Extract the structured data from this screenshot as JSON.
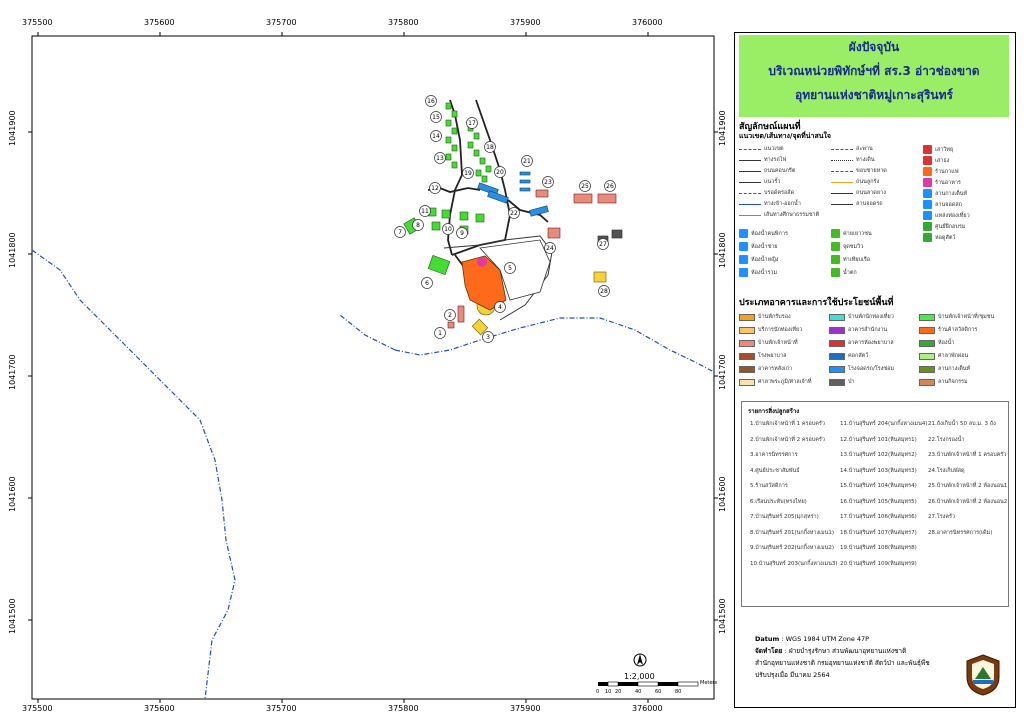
{
  "title": {
    "line1": "ผังปัจจุบัน",
    "line2": "บริเวณหน่วยพิทักษ์ฯที่ สร.3 อ่าวช่องขาด",
    "line3": "อุทยานแห่งชาติหมู่เกาะสุรินทร์"
  },
  "axes": {
    "x_ticks": [
      "375500",
      "375600",
      "375700",
      "375800",
      "375900",
      "376000"
    ],
    "y_ticks": [
      "1041900",
      "1041800",
      "1041700",
      "1041600",
      "1041500"
    ]
  },
  "map_symbols_title": "สัญลักษณ์แผนที่",
  "map_symbols_subtitle": "แนวเขต/เส้นทาง/จุดที่น่าสนใจ",
  "symbols": [
    {
      "label": "แนวเขต",
      "kind": "line-red-dash"
    },
    {
      "label": "ทางรถไฟ",
      "kind": "line-rail"
    },
    {
      "label": "ถนนคอนกรีต",
      "kind": "line"
    },
    {
      "label": "แนวรั้ว",
      "kind": "line-fence"
    },
    {
      "label": "บรอด์ครอส์ด",
      "kind": "line-red-dash"
    },
    {
      "label": "ทางเข้า-ออกน้ำ",
      "kind": "line-blue"
    },
    {
      "label": "เส้นทางศึกษาธรรมชาติ",
      "kind": "line-green"
    },
    {
      "label": "สะพาน",
      "kind": "line-red-dash"
    },
    {
      "label": "ทางเดิน",
      "kind": "line-dashdot"
    },
    {
      "label": "ขอบชายหาด",
      "kind": "line-blue-dash"
    },
    {
      "label": "ถนนลูกรัง",
      "kind": "line-orange"
    },
    {
      "label": "ถนนลาดยาง",
      "kind": "line"
    },
    {
      "label": "ลานจอดรถ",
      "kind": "line"
    },
    {
      "label": "เสาวิทยุ",
      "kind": "icon-red"
    },
    {
      "label": "เสาธง",
      "kind": "icon-red"
    },
    {
      "label": "ร้านกาแฟ",
      "kind": "icon-orange"
    },
    {
      "label": "ร้านอาหาร",
      "kind": "icon-magenta"
    },
    {
      "label": "ลานกางเต็นท์",
      "kind": "icon-blue"
    },
    {
      "label": "ลานจอดสถ",
      "kind": "icon-blue"
    },
    {
      "label": "แหล่งท่องเที่ยว",
      "kind": "icon-blue"
    },
    {
      "label": "ศูนย์ฝึกอบรม",
      "kind": "icon-green"
    },
    {
      "label": "หอดูสัตว์",
      "kind": "icon-green"
    }
  ],
  "facilities": [
    {
      "label": "ห้องน้ำคนพิการ",
      "icon": "toilet-disabled-icon"
    },
    {
      "label": "ห้องน้ำชาย",
      "icon": "toilet-male-icon"
    },
    {
      "label": "ห้องน้ำหญิง",
      "icon": "toilet-female-icon"
    },
    {
      "label": "ห้องน้ำรวม",
      "icon": "toilet-icon"
    },
    {
      "label": "ค่ายเยาวชน",
      "icon": "camp-icon"
    },
    {
      "label": "จุดชมวิว",
      "icon": "viewpoint-icon"
    },
    {
      "label": "ท่าเทียบเรือ",
      "icon": "pier-icon"
    },
    {
      "label": "น้ำตก",
      "icon": "waterfall-icon"
    }
  ],
  "building_types_title": "ประเภทอาคารและการใช้ประโยชน์พื้นที่",
  "building_types": [
    {
      "label": "บ้านพักรับรอง",
      "color": "#f2a51a"
    },
    {
      "label": "บริการนักท่องเที่ยว",
      "color": "#f5c66a"
    },
    {
      "label": "บ้านพักเจ้าหน้าที่",
      "color": "#e98a7a"
    },
    {
      "label": "โรงพยาบาล",
      "color": "#a0522d"
    },
    {
      "label": "อาคารหลังเก่า",
      "color": "#8b5a2b"
    },
    {
      "label": "ศาลาพระภูมิ/ศาลเจ้าที่",
      "color": "#f4e3b0"
    },
    {
      "label": "บ้านพักนักท่องเที่ยว",
      "color": "#40e0d0"
    },
    {
      "label": "อาคารสำนักงาน",
      "color": "#9932cc"
    },
    {
      "label": "อาคารห้องพยาบาล",
      "color": "#e03030"
    },
    {
      "label": "คอกสัตว์",
      "color": "#1e6ebf"
    },
    {
      "label": "โรงจอดรถ/โรงซ่อม",
      "color": "#1e90ff"
    },
    {
      "label": "ป่า",
      "color": "#606060"
    },
    {
      "label": "บ้านพักเจ้าหน้าที่/ชุมชน",
      "color": "#44ee44"
    },
    {
      "label": "ร้านค้าสวัสดิการ",
      "color": "#ff6a1a"
    },
    {
      "label": "ห้องน้ำ",
      "color": "#33aa33"
    },
    {
      "label": "ศาลาพักผ่อน",
      "color": "#b0ee88"
    },
    {
      "label": "ลานกางเต็นท์",
      "color": "#6b8e23"
    },
    {
      "label": "ลานกิจกรรม",
      "color": "#d2875a"
    }
  ],
  "building_list_title": "รายการสิ่งปลูกสร้าง",
  "building_list": [
    [
      "1.บ้านพักเจ้าหน้าที่ 1 ครอบครัว",
      "2.บ้านพักเจ้าหน้าที่ 2 ครอบครัว",
      "3.อาคารนิทรรศการ",
      "4.ศูนย์ประชาสัมพันธ์",
      "5.ร้านสวัสดิการ",
      "6.เรือนประทับ(ทรงไทย)",
      "7.บ้านสุรินทร์ 205(มุกสุหร่า)",
      "8.บ้านสุรินทร์ 201(นกกิ้งหางเมน1)",
      "9.บ้านสุรินทร์ 202(นกกิ้งหางเมน2)",
      "10.บ้านสุรินทร์ 203(นกกิ้งหางเมน3)"
    ],
    [
      "11.บ้านสุรินทร์ 204(นกกิ้งหางเมน4)",
      "12.บ้านสุรินทร์ 101(หินสมุทร1)",
      "13.บ้านสุรินทร์ 102(หินสมุทร2)",
      "14.บ้านสุรินทร์ 103(หินสมุทร3)",
      "15.บ้านสุรินทร์ 104(หินสมุทร4)",
      "16.บ้านสุรินทร์ 105(หินสมุทร5)",
      "17.บ้านสุรินทร์ 106(หินสมุทร6)",
      "18.บ้านสุรินทร์ 107(หินสมุทร7)",
      "19.บ้านสุรินทร์ 108(หินสมุทร8)",
      "20.บ้านสุรินทร์ 109(หินสมุทร9)"
    ],
    [
      "21.ถังเก็บน้ำ 50 ลบ.ม. 3 ถัง",
      "22.โรงกรองน้ำ",
      "23.บ้านพักเจ้าหน้าที่ 1 ครอบครัว",
      "24.โรงเก็บพัสดุ",
      "25.บ้านพักเจ้าหน้าที่ 2 ห้องนอน1",
      "26.บ้านพักเจ้าหน้าที่ 2 ห้องนอน2",
      "27.โรงครัว",
      "28.อาคารนิทรรศการ(เดิม)"
    ]
  ],
  "footer": {
    "datum_label": "Datum",
    "datum_value": ": WGS 1984 UTM Zone 47P",
    "made_by_label": "จัดทำโดย",
    "made_by_value": ": ฝ่ายบำรุงรักษา ส่วนพัฒนาอุทยานแห่งชาติ",
    "office": "สำนักอุทยานแห่งชาติ กรมอุทยานแห่งชาติ สัตว์ป่า และพันธุ์พืช",
    "updated": "ปรับปรุงเมื่อ มีนาคม 2564"
  },
  "scale": {
    "ratio": "1:2,000",
    "ticks": [
      "0",
      "10",
      "20",
      "40",
      "60",
      "80"
    ],
    "unit": "Meters"
  },
  "building_numbers": [
    "1",
    "2",
    "3",
    "4",
    "5",
    "6",
    "7",
    "8",
    "9",
    "10",
    "11",
    "12",
    "13",
    "14",
    "15",
    "16",
    "17",
    "18",
    "19",
    "20",
    "21",
    "22",
    "23",
    "24",
    "25",
    "26",
    "27",
    "28"
  ]
}
